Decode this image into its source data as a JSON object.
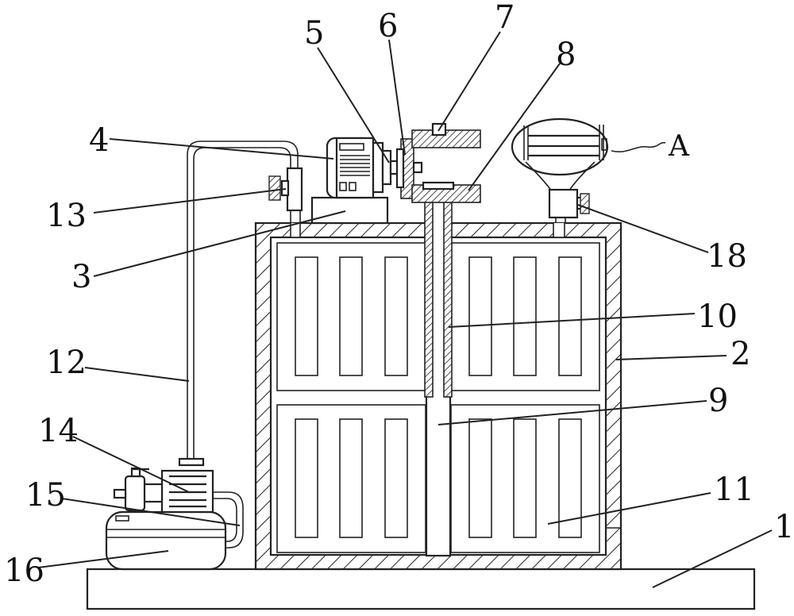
{
  "figure": {
    "type": "patent-style mechanical drawing",
    "colors": {
      "line": "#222222",
      "background": "#ffffff"
    },
    "labels": [
      {
        "id": "1",
        "text": "1",
        "part": "base-plate"
      },
      {
        "id": "2",
        "text": "2",
        "part": "drying-box"
      },
      {
        "id": "3",
        "text": "3",
        "part": "motor-mount"
      },
      {
        "id": "4",
        "text": "4",
        "part": "motor"
      },
      {
        "id": "5",
        "text": "5",
        "part": "motor-shaft"
      },
      {
        "id": "6",
        "text": "6",
        "part": "drive-bevel-gear"
      },
      {
        "id": "7",
        "text": "7",
        "part": "upper-bevel-gear"
      },
      {
        "id": "8",
        "text": "8",
        "part": "lower-bevel-gear"
      },
      {
        "id": "9",
        "text": "9",
        "part": "central-shaft"
      },
      {
        "id": "10",
        "text": "10",
        "part": "hollow-sleeve"
      },
      {
        "id": "11",
        "text": "11",
        "part": "drying-rack"
      },
      {
        "id": "12",
        "text": "12",
        "part": "air-pipe"
      },
      {
        "id": "13",
        "text": "13",
        "part": "inlet-valve"
      },
      {
        "id": "14",
        "text": "14",
        "part": "pump"
      },
      {
        "id": "15",
        "text": "15",
        "part": "pump-outlet-pipe"
      },
      {
        "id": "16",
        "text": "16",
        "part": "tank"
      },
      {
        "id": "18",
        "text": "18",
        "part": "outlet-valve"
      },
      {
        "id": "A",
        "text": "A",
        "part": "detail-callout-filter"
      }
    ]
  }
}
